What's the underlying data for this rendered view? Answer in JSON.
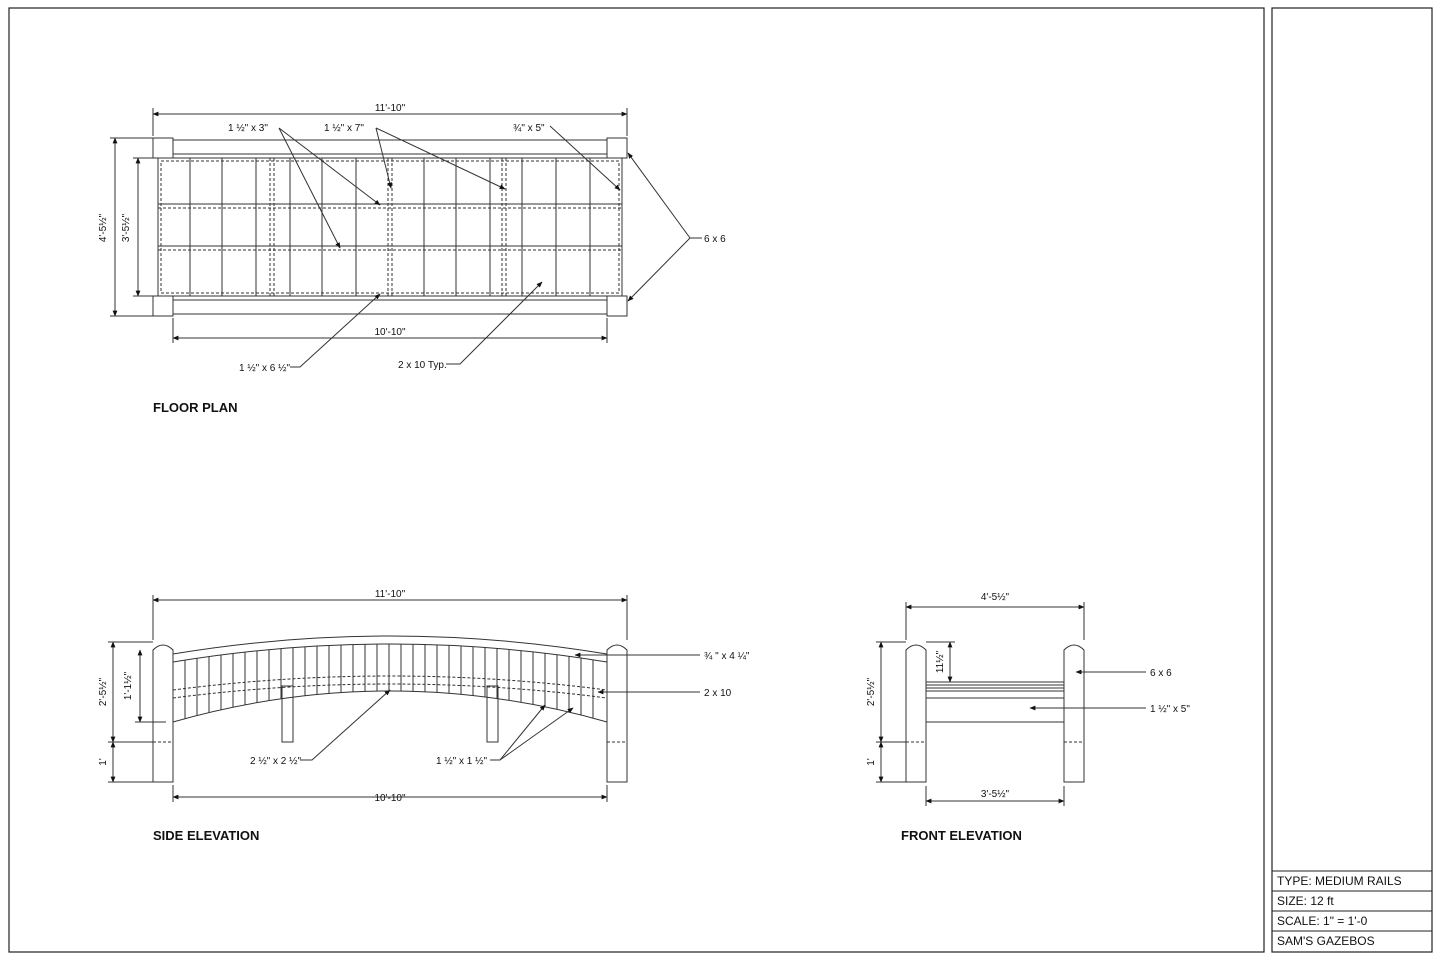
{
  "floor_plan": {
    "title": "FLOOR PLAN",
    "dim_overall": "11'-10\"",
    "dim_inner": "10'-10\"",
    "dim_width_outer": "4'-5½\"",
    "dim_width_inner": "3'-5½\"",
    "callout_a": "1 ½\" x 3\"",
    "callout_b": "1 ½\" x 7\"",
    "callout_c": "¾\" x 5\"",
    "callout_posts": "6 x 6",
    "callout_d": "1 ½\" x 6 ½\"",
    "callout_e": "2 x 10 Typ."
  },
  "side_elevation": {
    "title": "SIDE ELEVATION",
    "dim_overall": "11'-10\"",
    "dim_inner": "10'-10\"",
    "dim_height": "2'-5½\"",
    "dim_rail": "1'-1½\"",
    "dim_footing": "1'",
    "callout_rail": "¾ \" x 4 ¼\"",
    "callout_joist": "2 x 10",
    "callout_leg": "2 ½\" x 2 ½\"",
    "callout_baluster": "1 ½\" x 1 ½\""
  },
  "front_elevation": {
    "title": "FRONT ELEVATION",
    "dim_overall": "4'-5½\"",
    "dim_inner": "3'-5½\"",
    "dim_height": "2'-5½\"",
    "dim_rail": "11½\"",
    "dim_footing": "1'",
    "callout_posts": "6 x 6",
    "callout_deck": "1 ½\" x 5\""
  },
  "title_block": {
    "type": "TYPE: MEDIUM RAILS",
    "size": "SIZE: 12 ft",
    "scale": "SCALE: 1\" = 1'-0",
    "company": "SAM'S GAZEBOS"
  }
}
